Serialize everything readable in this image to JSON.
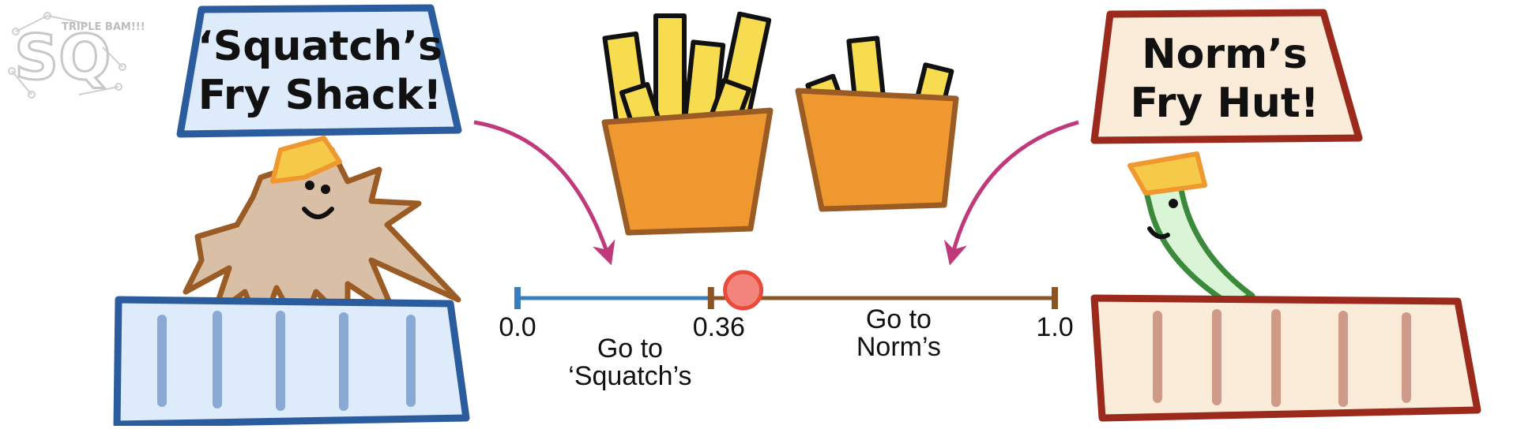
{
  "logo": {
    "letters": "SQ",
    "tag": "TRIPLE BAM!!!"
  },
  "left_sign": {
    "line1": "‘Squatch’s",
    "line2": "Fry Shack!"
  },
  "right_sign": {
    "line1": "Norm’s",
    "line2": "Fry Hut!"
  },
  "number_line": {
    "min_label": "0.0",
    "threshold_label": "0.36",
    "max_label": "1.0",
    "threshold": 0.36,
    "marker": 0.42,
    "left_region_label": [
      "Go to",
      "‘Squatch’s"
    ],
    "right_region_label": [
      "Go to",
      "Norm’s"
    ]
  },
  "colors": {
    "squatch_blue": "#2b5c9e",
    "squatch_fill": "#deebfb",
    "norm_red": "#9b2a1c",
    "norm_fill": "#fbecd9",
    "line_brown": "#8a5424",
    "line_blue": "#3a7cc0",
    "marker_fill": "#f2847c",
    "marker_stroke": "#e84b3c",
    "arrow": "#c0397a",
    "fries_yellow": "#f6dc4e",
    "fries_box": "#f09830",
    "fur": "#d8bfa6",
    "fur_stroke": "#9a5c24",
    "hat": "#f7c948",
    "norm_body": "#d9f5d6",
    "norm_stroke": "#3b8a3b"
  }
}
